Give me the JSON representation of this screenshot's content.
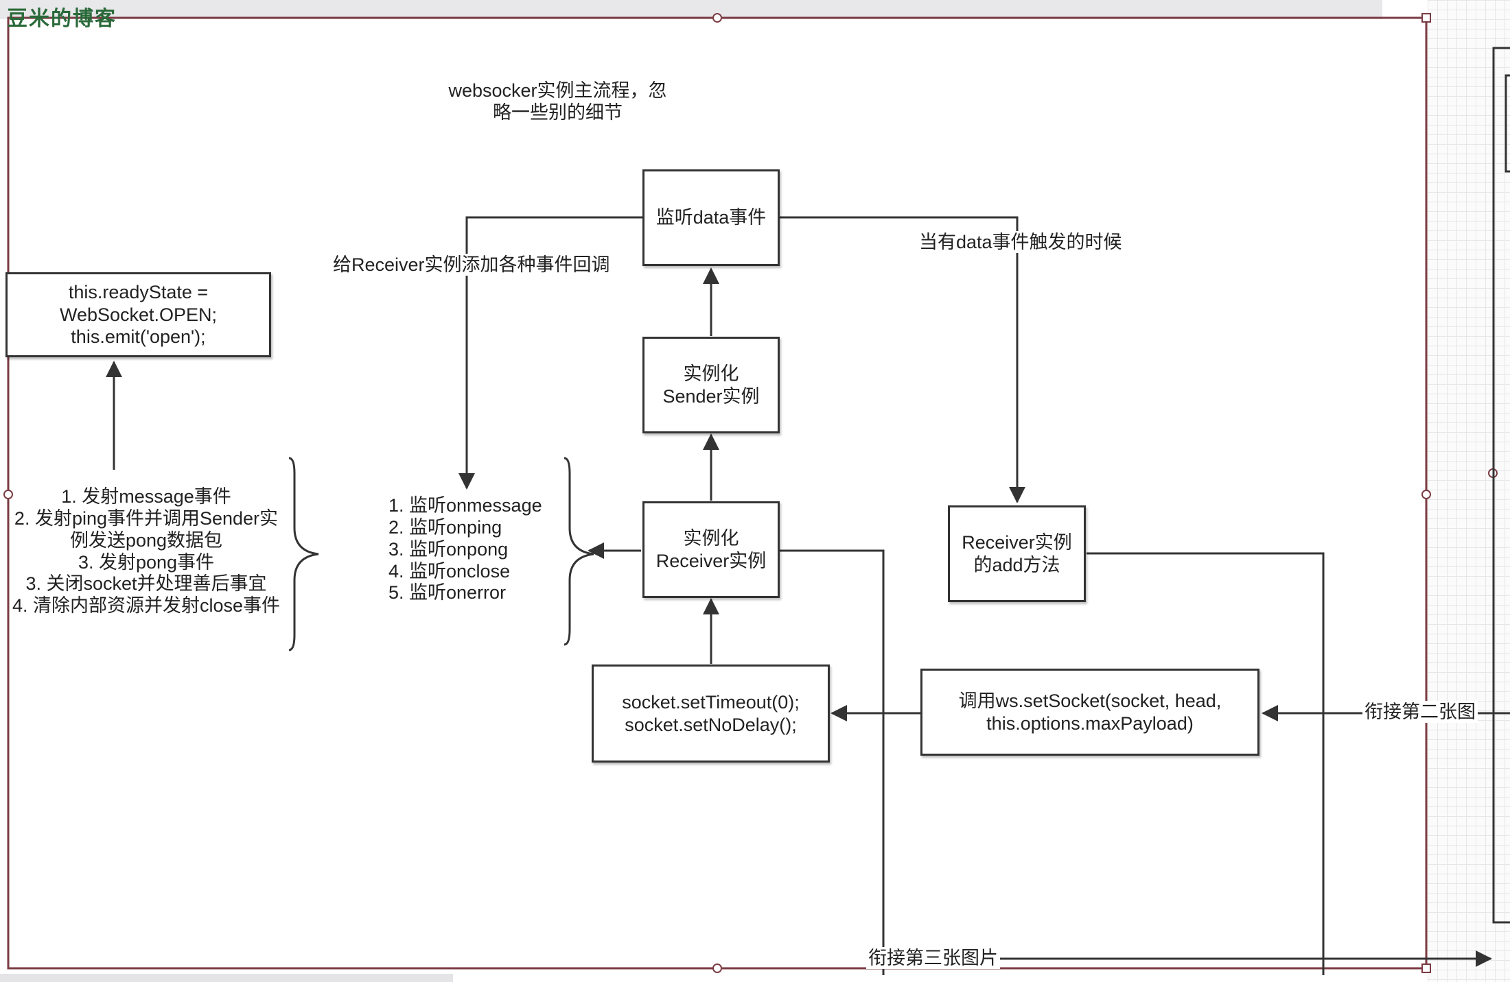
{
  "watermark": "豆米的博客",
  "title": "websocker实例主流程，忽\n略一些别的细节",
  "nodes": {
    "open_box": "this.readyState =\nWebSocket.OPEN;\n  this.emit('open');",
    "listen_data": "监听data事件",
    "sender": "实例化\nSender实例",
    "receiver": "实例化\nReceiver实例",
    "receiver_add": "Receiver实例\n的add方法",
    "socket_settings": "socket.setTimeout(0);\n  socket.setNoDelay();",
    "set_socket": "调用ws.setSocket(socket, head,\nthis.options.maxPayload)"
  },
  "lists": {
    "events": "1. 发射message事件\n2. 发射ping事件并调用Sender实\n例发送pong数据包\n3. 发射pong事件\n3. 关闭socket并处理善后事宜\n4. 清除内部资源并发射close事件",
    "listeners": "1. 监听onmessage\n2. 监听onping\n3. 监听onpong\n4. 监听onclose\n5. 监听onerror"
  },
  "edge_labels": {
    "add_callbacks": "给Receiver实例添加各种事件回调",
    "on_data": "当有data事件触发的时候",
    "link_second": "衔接第二张图",
    "link_third": "衔接第三张图片"
  },
  "colors": {
    "stroke": "#333333",
    "frame": "#7a3b42",
    "watermark": "#2a6a3a"
  }
}
